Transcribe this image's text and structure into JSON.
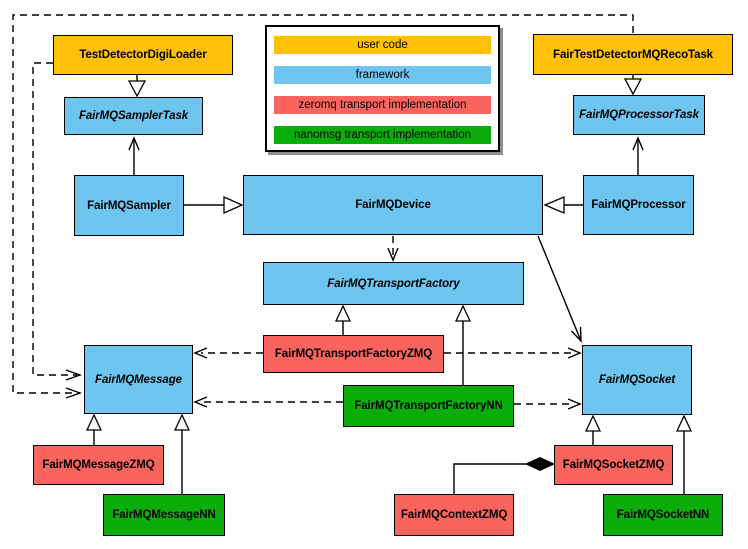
{
  "colors": {
    "user_code": "#FFC107",
    "framework": "#6EC6F0",
    "zeromq": "#F9655E",
    "nanomsg": "#0BAD0B",
    "line": "#000000",
    "background": "#FFFFFF"
  },
  "legend": {
    "items": [
      {
        "label": "user code",
        "color_key": "user_code",
        "color": "#FFC107"
      },
      {
        "label": "framework",
        "color_key": "framework",
        "color": "#6EC6F0"
      },
      {
        "label": "zeromq transport implementation",
        "color_key": "zeromq",
        "color": "#F9655E"
      },
      {
        "label": "nanomsg transport implementation",
        "color_key": "nanomsg",
        "color": "#0BAD0B"
      }
    ]
  },
  "nodes": {
    "testDetectorDigiLoader": {
      "label": "TestDetectorDigiLoader",
      "category": "user_code",
      "abstract": false
    },
    "fairTestDetectorMQRecoTask": {
      "label": "FairTestDetectorMQRecoTask",
      "category": "user_code",
      "abstract": false
    },
    "fairMQSamplerTask": {
      "label": "FairMQSamplerTask",
      "category": "framework",
      "abstract": true
    },
    "fairMQProcessorTask": {
      "label": "FairMQProcessorTask",
      "category": "framework",
      "abstract": true
    },
    "fairMQSampler": {
      "label": "FairMQSampler",
      "category": "framework",
      "abstract": false
    },
    "fairMQDevice": {
      "label": "FairMQDevice",
      "category": "framework",
      "abstract": false
    },
    "fairMQProcessor": {
      "label": "FairMQProcessor",
      "category": "framework",
      "abstract": false
    },
    "fairMQTransportFactory": {
      "label": "FairMQTransportFactory",
      "category": "framework",
      "abstract": true
    },
    "fairMQTransportFactoryZMQ": {
      "label": "FairMQTransportFactoryZMQ",
      "category": "zeromq",
      "abstract": false
    },
    "fairMQTransportFactoryNN": {
      "label": "FairMQTransportFactoryNN",
      "category": "nanomsg",
      "abstract": false
    },
    "fairMQMessage": {
      "label": "FairMQMessage",
      "category": "framework",
      "abstract": true
    },
    "fairMQSocket": {
      "label": "FairMQSocket",
      "category": "framework",
      "abstract": true
    },
    "fairMQMessageZMQ": {
      "label": "FairMQMessageZMQ",
      "category": "zeromq",
      "abstract": false
    },
    "fairMQMessageNN": {
      "label": "FairMQMessageNN",
      "category": "nanomsg",
      "abstract": false
    },
    "fairMQContextZMQ": {
      "label": "FairMQContextZMQ",
      "category": "zeromq",
      "abstract": false
    },
    "fairMQSocketZMQ": {
      "label": "FairMQSocketZMQ",
      "category": "zeromq",
      "abstract": false
    },
    "fairMQSocketNN": {
      "label": "FairMQSocketNN",
      "category": "nanomsg",
      "abstract": false
    }
  },
  "edges": [
    {
      "from": "TestDetectorDigiLoader",
      "to": "FairMQSamplerTask",
      "type": "inheritance"
    },
    {
      "from": "FairTestDetectorMQRecoTask",
      "to": "FairMQProcessorTask",
      "type": "inheritance"
    },
    {
      "from": "FairMQSampler",
      "to": "FairMQDevice",
      "type": "inheritance"
    },
    {
      "from": "FairMQProcessor",
      "to": "FairMQDevice",
      "type": "inheritance"
    },
    {
      "from": "FairMQTransportFactoryZMQ",
      "to": "FairMQTransportFactory",
      "type": "inheritance"
    },
    {
      "from": "FairMQTransportFactoryNN",
      "to": "FairMQTransportFactory",
      "type": "inheritance"
    },
    {
      "from": "FairMQMessageZMQ",
      "to": "FairMQMessage",
      "type": "inheritance"
    },
    {
      "from": "FairMQMessageNN",
      "to": "FairMQMessage",
      "type": "inheritance"
    },
    {
      "from": "FairMQSocketZMQ",
      "to": "FairMQSocket",
      "type": "inheritance"
    },
    {
      "from": "FairMQSocketNN",
      "to": "FairMQSocket",
      "type": "inheritance"
    },
    {
      "from": "FairMQSampler",
      "to": "FairMQSamplerTask",
      "type": "association"
    },
    {
      "from": "FairMQProcessor",
      "to": "FairMQProcessorTask",
      "type": "association"
    },
    {
      "from": "FairMQDevice",
      "to": "FairMQSocket",
      "type": "association"
    },
    {
      "from": "FairMQDevice",
      "to": "FairMQTransportFactory",
      "type": "dependency"
    },
    {
      "from": "FairMQTransportFactoryZMQ",
      "to": "FairMQMessage",
      "type": "dependency"
    },
    {
      "from": "FairMQTransportFactoryZMQ",
      "to": "FairMQSocket",
      "type": "dependency"
    },
    {
      "from": "FairMQTransportFactoryNN",
      "to": "FairMQMessage",
      "type": "dependency"
    },
    {
      "from": "FairMQTransportFactoryNN",
      "to": "FairMQSocket",
      "type": "dependency"
    },
    {
      "from": "TestDetectorDigiLoader",
      "to": "FairMQMessage",
      "type": "dependency"
    },
    {
      "from": "FairTestDetectorMQRecoTask",
      "to": "FairMQMessage",
      "type": "dependency"
    },
    {
      "from": "FairMQSocketZMQ",
      "to": "FairMQContextZMQ",
      "type": "composition"
    }
  ]
}
